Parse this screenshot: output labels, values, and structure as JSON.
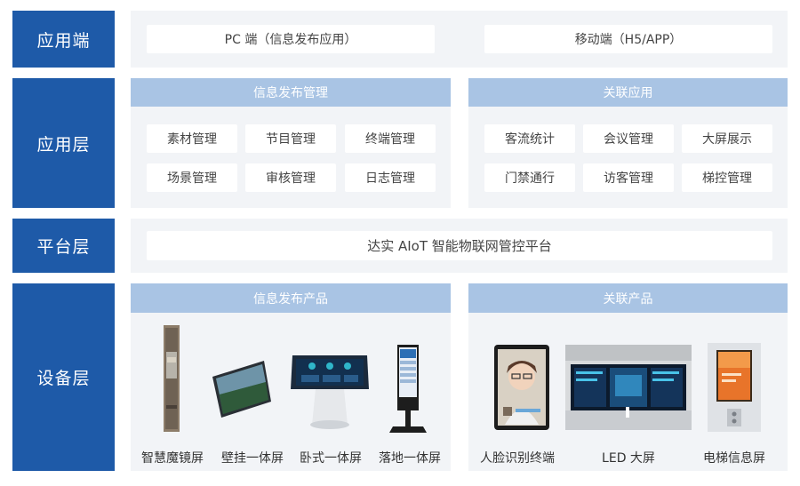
{
  "layers": {
    "app_terminal": "应用端",
    "app_layer": "应用层",
    "platform_layer": "平台层",
    "device_layer": "设备层"
  },
  "app_terminal": {
    "pc": "PC 端（信息发布应用）",
    "mobile": "移动端（H5/APP）"
  },
  "app_layer": {
    "left_header": "信息发布管理",
    "right_header": "关联应用",
    "left_items": [
      "素材管理",
      "节目管理",
      "终端管理",
      "场景管理",
      "审核管理",
      "日志管理"
    ],
    "right_items": [
      "客流统计",
      "会议管理",
      "大屏展示",
      "门禁通行",
      "访客管理",
      "梯控管理"
    ]
  },
  "platform": {
    "name": "达实 AIoT 智能物联网管控平台"
  },
  "device_layer": {
    "left_header": "信息发布产品",
    "right_header": "关联产品",
    "left_products": [
      "智慧魔镜屏",
      "壁挂一体屏",
      "卧式一体屏",
      "落地一体屏"
    ],
    "right_products": [
      "人脸识别终端",
      "LED 大屏",
      "电梯信息屏"
    ]
  },
  "colors": {
    "layer_blue": "#1e5aa8",
    "header_blue": "#a9c4e4",
    "panel_gray": "#f2f4f7"
  }
}
